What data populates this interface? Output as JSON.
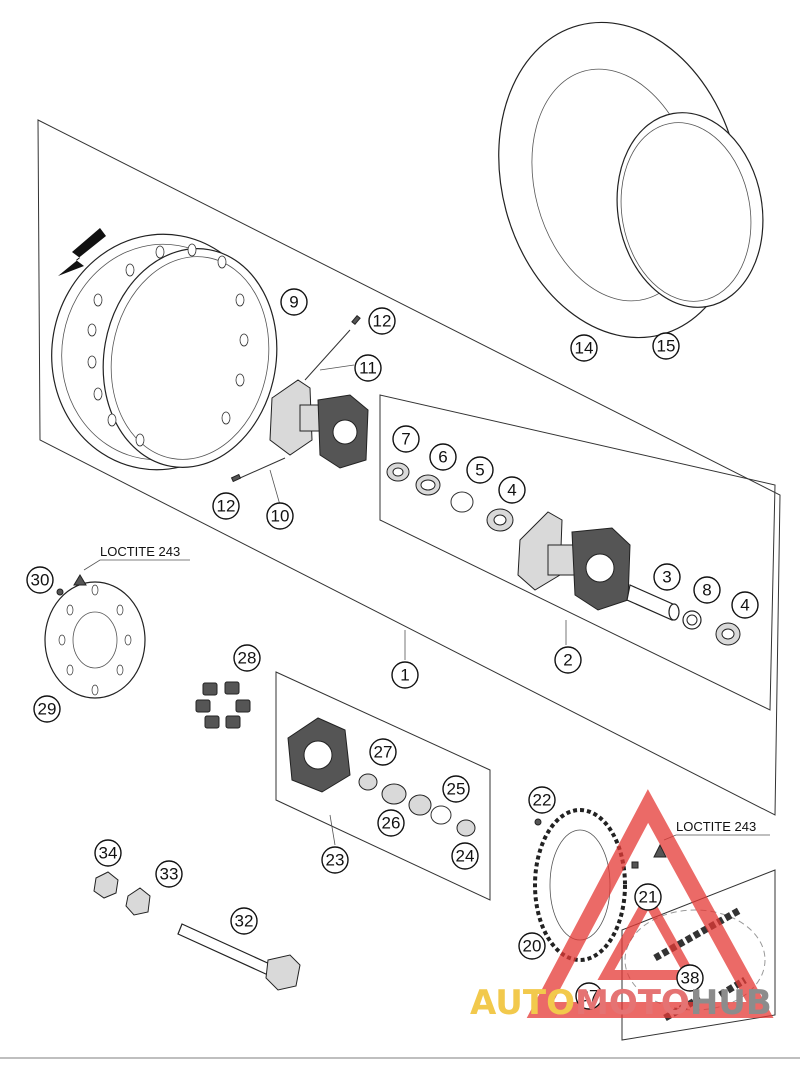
{
  "diagram": {
    "notes": [
      "LOCTITE 243",
      "LOCTITE 243"
    ],
    "callouts": [
      "1",
      "2",
      "3",
      "4",
      "4",
      "5",
      "6",
      "7",
      "8",
      "9",
      "10",
      "11",
      "12",
      "12",
      "14",
      "15",
      "20",
      "21",
      "22",
      "23",
      "24",
      "25",
      "26",
      "27",
      "28",
      "29",
      "30",
      "32",
      "33",
      "34",
      "37",
      "38"
    ]
  },
  "watermark": {
    "part1": "AUTO",
    "part2": "MOTO",
    "part3": "HUB",
    "color1": "#f2c94c",
    "color2": "#e57373",
    "color3": "#8c8c8c",
    "logo_color": "#e53935"
  }
}
